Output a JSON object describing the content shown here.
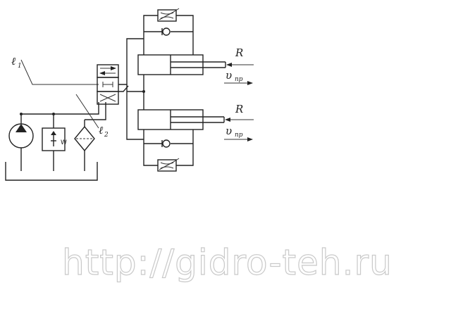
{
  "labels": {
    "line1": {
      "main": "ℓ",
      "sub": "1"
    },
    "line2": {
      "main": "ℓ",
      "sub": "2"
    },
    "force_top": "R",
    "force_bottom": "R",
    "velocity_top": {
      "main": "υ",
      "sub": "пр"
    },
    "velocity_bottom": {
      "main": "υ",
      "sub": "пр"
    },
    "relief_valve_mark": "W"
  },
  "watermark": "http://gidro-teh.ru"
}
